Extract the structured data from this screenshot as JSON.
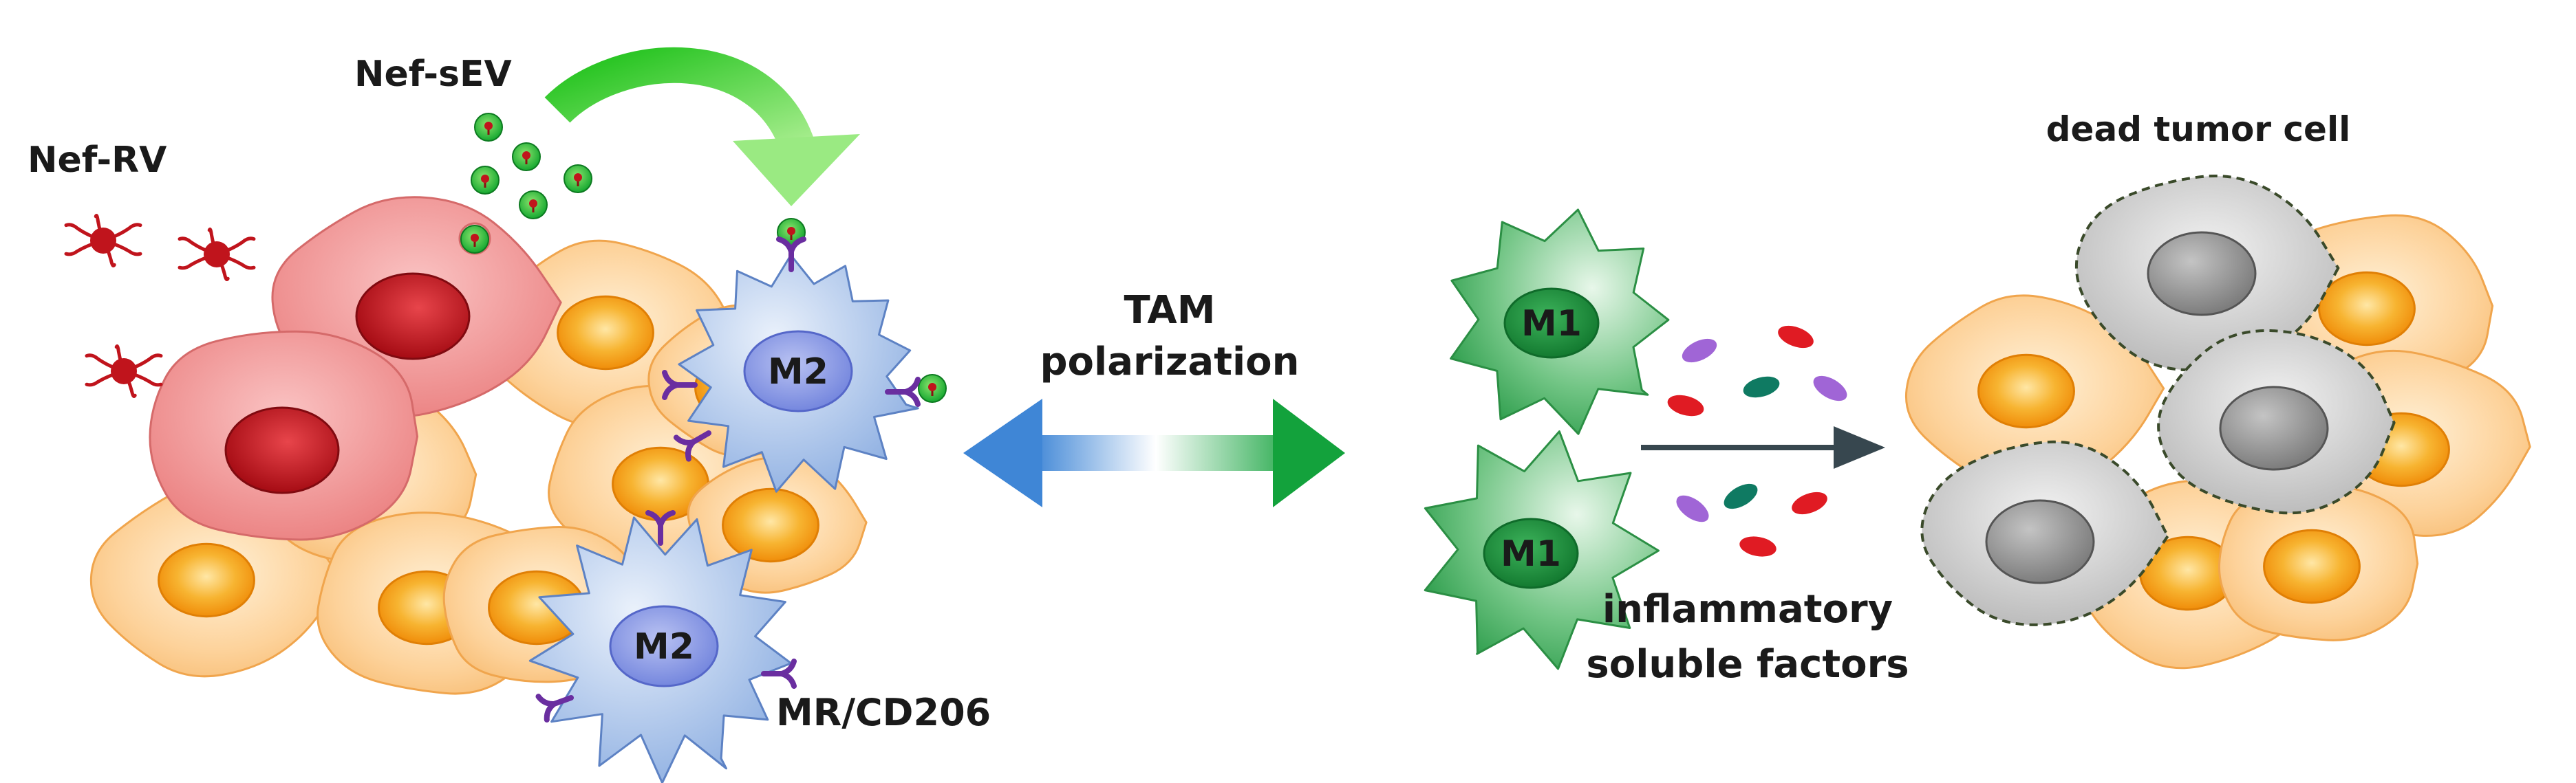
{
  "labels": {
    "nef_sev": "Nef-sEV",
    "nef_rv": "Nef-RV",
    "tam_line1": "TAM",
    "tam_line2": "polarization",
    "m2_a": "M2",
    "m2_b": "M2",
    "mr_cd206": "MR/CD206",
    "m1_a": "M1",
    "m1_b": "M1",
    "inflam_line1": "inflammatory",
    "inflam_line2": "soluble factors",
    "dead_tumor": "dead tumor cell"
  },
  "colors": {
    "tumor_cell": "#fdd29a",
    "tumor_nucleus": "#f39a12",
    "infected_cell": "#ee8a8a",
    "infected_nucleus": "#c0141c",
    "virus": "#c0141c",
    "m2_macrophage": "#9bb8e6",
    "m2_nucleus": "#7f8fe0",
    "m1_macrophage": "#37ad57",
    "m1_nucleus": "#1f8a3c",
    "receptor": "#6a2ea0",
    "dead_cell": "#c9c9c9",
    "dead_nucleus": "#8f8f8f",
    "curved_arrow": "#22c21f",
    "arrow_blue": "#4a8fd8",
    "arrow_green": "#1aa23a",
    "process_arrow": "#37474f",
    "factor_red": "#e01b23",
    "factor_purple": "#a065d6",
    "factor_teal": "#0f7a62"
  }
}
